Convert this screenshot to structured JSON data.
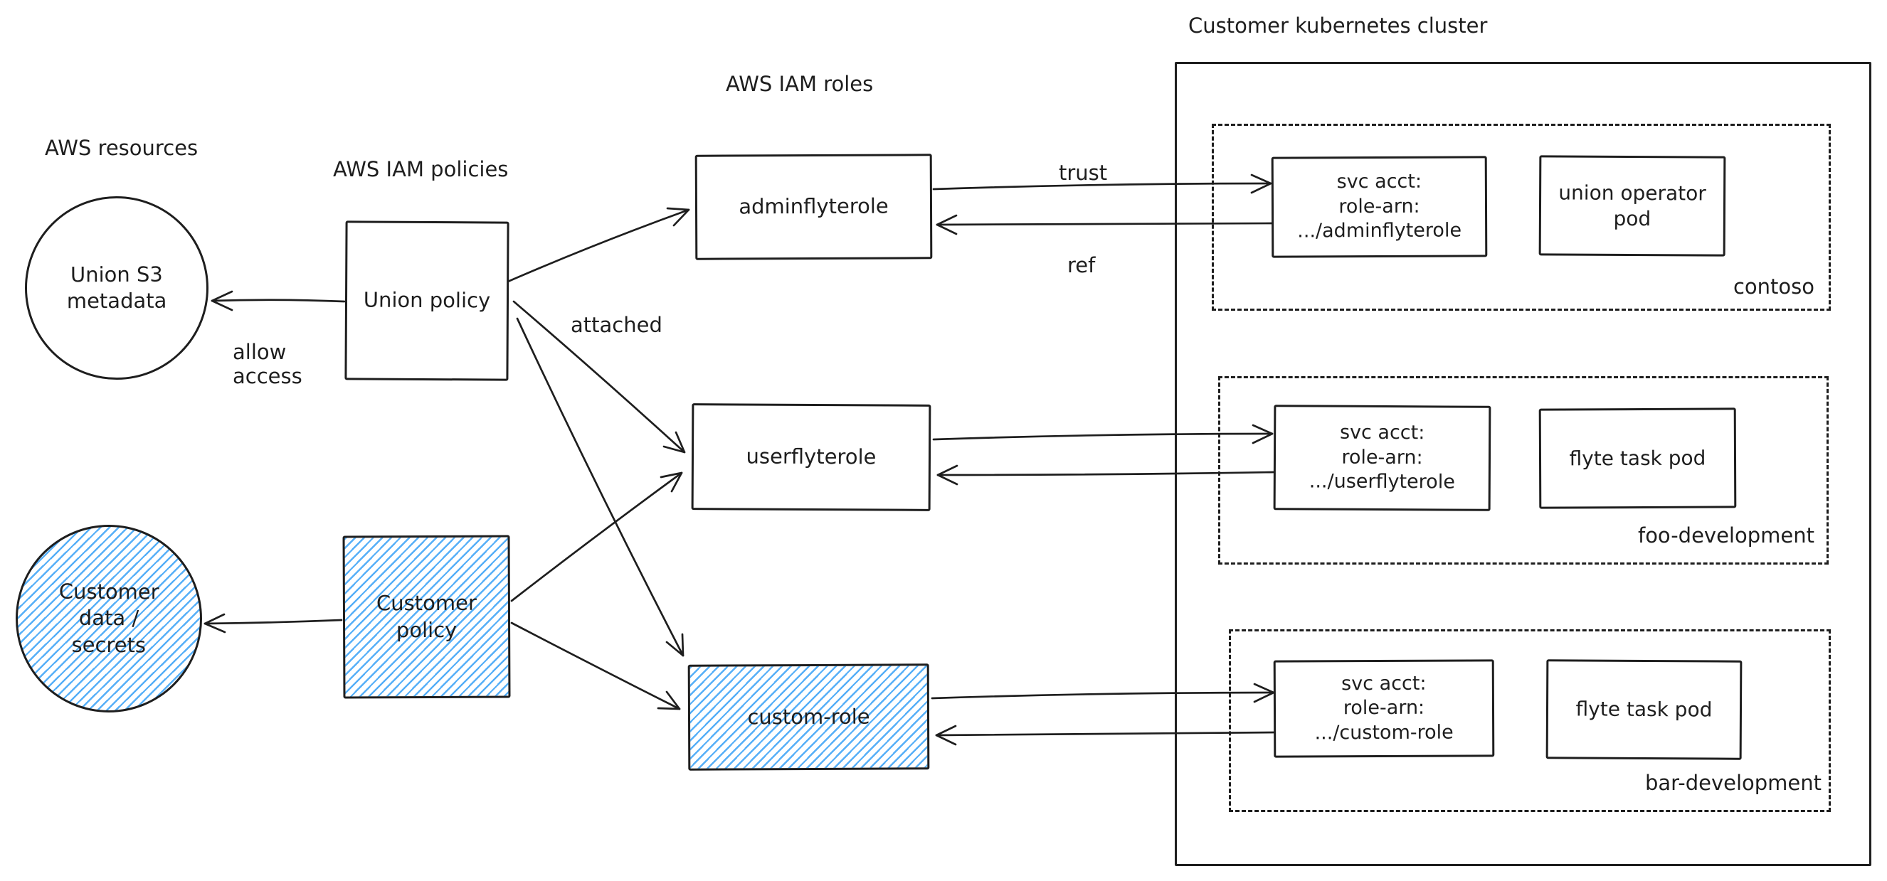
{
  "colors": {
    "ink": "#1e1e1e",
    "blue": "#4dabf7",
    "background": "#ffffff"
  },
  "column_labels": {
    "resources": "AWS resources",
    "policies": "AWS IAM policies",
    "roles": "AWS IAM roles"
  },
  "resources": {
    "union_s3": {
      "label": "Union S3\nmetadata"
    },
    "customer_data": {
      "label": "Customer\ndata /\nsecrets"
    }
  },
  "policies": {
    "union": {
      "label": "Union policy"
    },
    "customer": {
      "label": "Customer\npolicy"
    }
  },
  "roles": {
    "admin": {
      "label": "adminflyterole"
    },
    "user": {
      "label": "userflyterole"
    },
    "custom": {
      "label": "custom-role"
    }
  },
  "edge_labels": {
    "allow_access": "allow\naccess",
    "attached": "attached",
    "trust": "trust",
    "ref": "ref"
  },
  "cluster": {
    "title": "Customer kubernetes cluster",
    "namespaces": [
      {
        "name": "contoso",
        "service_account": "svc acct:\nrole-arn:\n.../adminflyterole",
        "pod": "union operator\npod"
      },
      {
        "name": "foo-development",
        "service_account": "svc acct:\nrole-arn:\n.../userflyterole",
        "pod": "flyte task pod"
      },
      {
        "name": "bar-development",
        "service_account": "svc acct:\nrole-arn:\n.../custom-role",
        "pod": "flyte task pod"
      }
    ]
  }
}
